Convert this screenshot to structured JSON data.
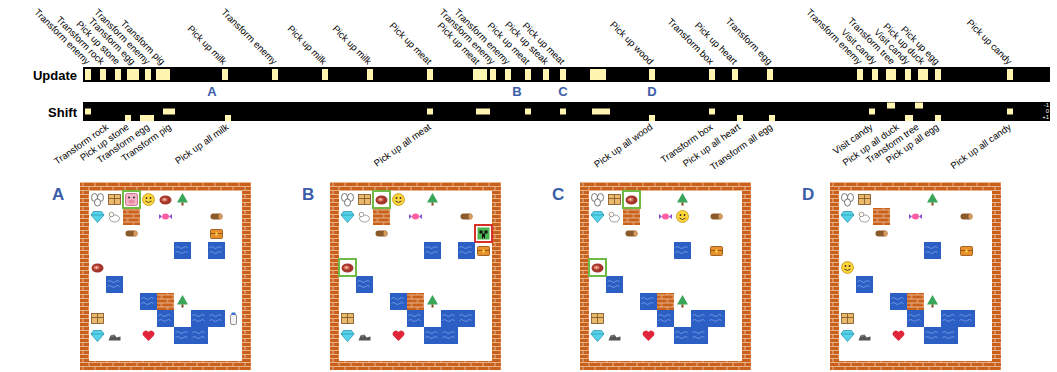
{
  "diagram": {
    "nodes": [
      {
        "text": [
          "Update"
        ]
      },
      {
        "text": [
          "Shift"
        ]
      },
      {
        "text": [
          "A"
        ]
      },
      {
        "text": [
          "B"
        ]
      },
      {
        "text": [
          "C"
        ]
      },
      {
        "text": [
          "D"
        ]
      }
    ],
    "labels": [
      "Transform enemy",
      "Transform rock",
      "Pick up stone",
      "Transform egg",
      "Transform enemy",
      "Transform pig",
      "Pick up milk",
      "Transform enemy",
      "Pick up milk",
      "Pick up milk",
      "Pick up meat",
      "Pick up meat",
      "Transform enemy",
      "Transform enemy",
      "Pick up meat",
      "Pick up steak",
      "Pick up meat",
      "Pick up wood",
      "Transform box",
      "Pick up heart",
      "Transform egg",
      "Transform enemy",
      "Visit candy",
      "Transform tree",
      "Visit candy",
      "Pick up duck",
      "Pick up egg",
      "Pick up candy",
      "A",
      "B",
      "C",
      "D",
      "-1",
      "0",
      "+1",
      "Transform rock",
      "Pick up stone",
      "Transform egg",
      "Transform pig",
      "Pick up all milk",
      "Pick up all meat",
      "Pick up all wood",
      "Transform box",
      "Pick up all heart",
      "Transform all egg",
      "Visit candy",
      "Pick up all duck",
      "Transform tree",
      "Pick up all egg",
      "Pick up all candy"
    ]
  }
}
